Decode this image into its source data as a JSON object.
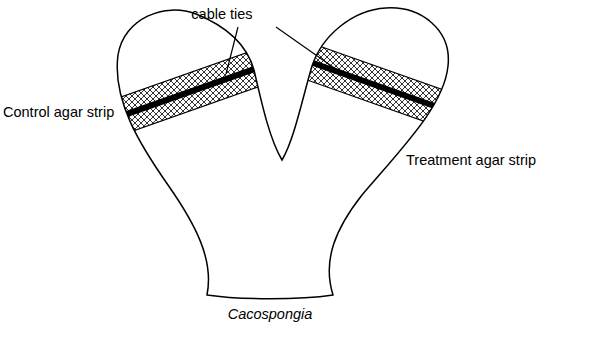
{
  "diagram": {
    "labels": [
      "cable ties",
      "Control agar strip",
      "Treatment agar strip",
      "Cacospongia"
    ]
  }
}
